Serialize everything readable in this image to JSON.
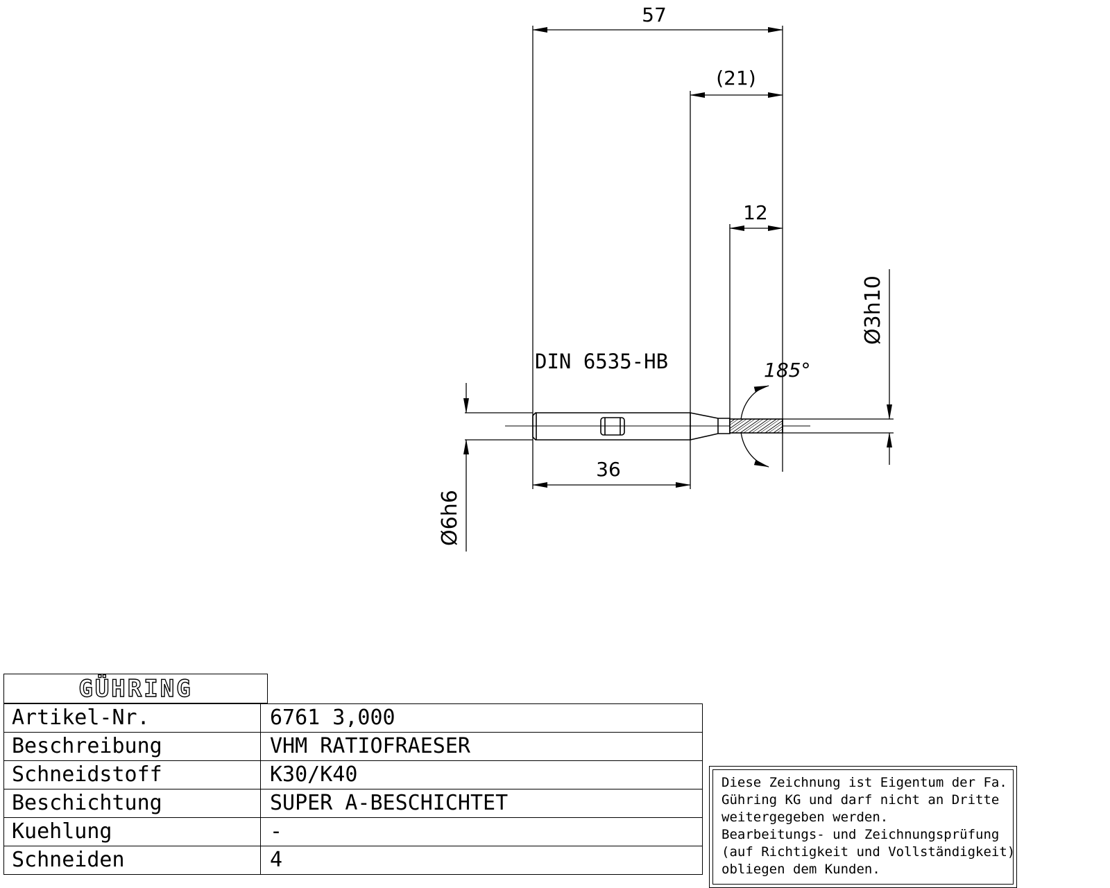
{
  "drawing": {
    "dim_overall": "57",
    "dim_reference": "(21)",
    "dim_cutting": "12",
    "dim_shank": "36",
    "dim_tip_diameter": "Ø3h10",
    "dim_shank_diameter": "Ø6h6",
    "dim_angle": "185°",
    "norm_label": "DIN 6535-HB"
  },
  "title_block": {
    "logo_text": "GÜHRING",
    "rows": [
      {
        "label": "Artikel-Nr.",
        "value": "6761 3,000"
      },
      {
        "label": "Beschreibung",
        "value": "VHM RATIOFRAESER"
      },
      {
        "label": "Schneidstoff",
        "value": "K30/K40"
      },
      {
        "label": "Beschichtung",
        "value": "SUPER A-BESCHICHTET"
      },
      {
        "label": "Kuehlung",
        "value": "-"
      },
      {
        "label": "Schneiden",
        "value": "4"
      }
    ]
  },
  "notice": {
    "lines": [
      "Diese Zeichnung ist Eigentum der Fa.",
      "Gühring KG und darf nicht an Dritte",
      "weitergegeben werden.",
      "Bearbeitungs- und Zeichnungsprüfung",
      "(auf Richtigkeit und Vollständigkeit)",
      "obliegen dem Kunden."
    ]
  }
}
